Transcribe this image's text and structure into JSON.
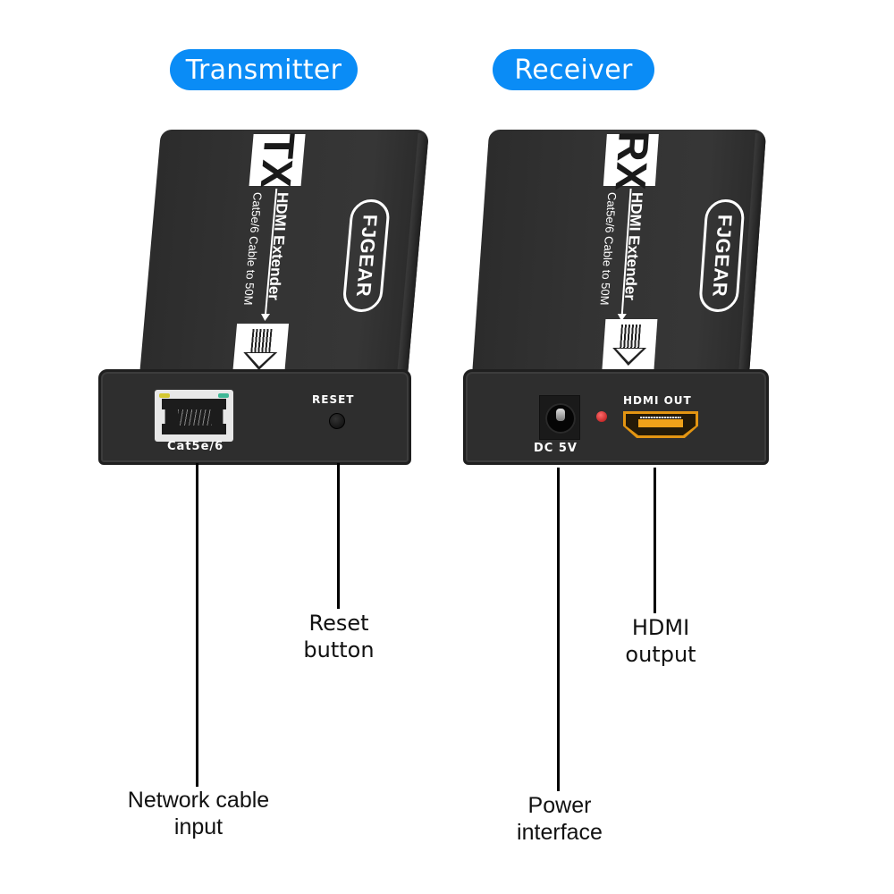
{
  "headers": {
    "transmitter": "Transmitter",
    "receiver": "Receiver"
  },
  "colors": {
    "pill_background": "#0a8cf6",
    "device_body": "#2e2e2e",
    "hdmi_gold": "#e39512",
    "led_yellow": "#d4c830",
    "led_green": "#3fb896",
    "led_red": "#d02020"
  },
  "transmitter": {
    "code": "TX",
    "product": "HDMI Extender",
    "spec": "Cat5e/6 Cable  to 50M",
    "brand": "FJGEAR",
    "ports": {
      "network_label": "Cat5e/6",
      "reset_label": "RESET"
    }
  },
  "receiver": {
    "code": "RX",
    "product": "HDMI Extender",
    "spec": "Cat5e/6 Cable  to 50M",
    "brand": "FJGEAR",
    "ports": {
      "power_label": "DC 5V",
      "hdmi_label": "HDMI OUT"
    }
  },
  "callouts": {
    "network": [
      "Network cable",
      "input"
    ],
    "reset": [
      "Reset",
      "button"
    ],
    "power": [
      "Power",
      "interface"
    ],
    "hdmi": [
      "HDMI",
      "output"
    ]
  }
}
